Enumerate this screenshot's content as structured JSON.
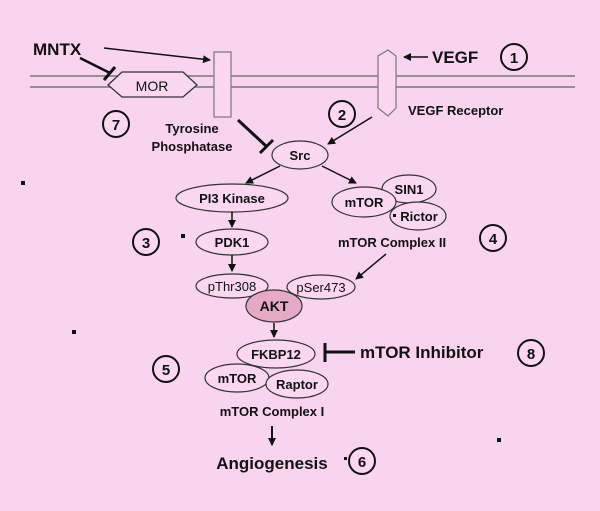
{
  "labels": {
    "mntx": "MNTX",
    "mor": "MOR",
    "vegf": "VEGF",
    "vegf_receptor": "VEGF Receptor",
    "tyrosine_phosphatase_1": "Tyrosine",
    "tyrosine_phosphatase_2": "Phosphatase",
    "src": "Src",
    "pi3_kinase": "PI3 Kinase",
    "pdk1": "PDK1",
    "mtor_c2": "mTOR",
    "sin1": "SIN1",
    "rictor": "Rictor",
    "mtor_complex_2": "mTOR Complex II",
    "pthr308": "pThr308",
    "pser473": "pSer473",
    "akt": "AKT",
    "fkbp12": "FKBP12",
    "mtor_c1": "mTOR",
    "raptor": "Raptor",
    "mtor_complex_1": "mTOR Complex I",
    "mtor_inhibitor": "mTOR Inhibitor",
    "angiogenesis": "Angiogenesis"
  },
  "steps": [
    "1",
    "2",
    "3",
    "4",
    "5",
    "6",
    "7",
    "8"
  ],
  "colors": {
    "background": "#f9d4ef",
    "node_fill": "#fbd7f0",
    "akt_fill": "#e6a9c6",
    "line": "#111111"
  }
}
